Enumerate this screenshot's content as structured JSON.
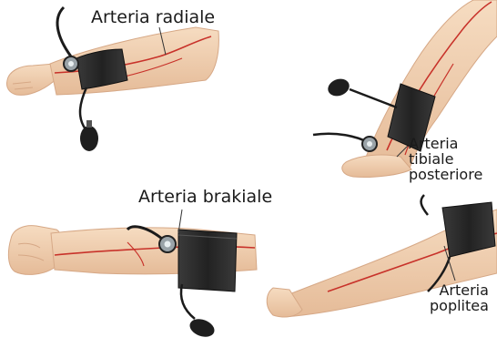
{
  "labels": {
    "radiale": "Arteria radiale",
    "brakiale": "Arteria brakiale",
    "tibiale": [
      "Arteria",
      "tibiale",
      "posteriore"
    ],
    "poplitea": [
      "Arteria",
      "poplitea"
    ]
  },
  "colors": {
    "skin": "#f3d2b3",
    "skin_shadow": "#e1b593",
    "cuff": "#2b2b2b",
    "cuff_edge": "#111111",
    "artery": "#c8322a",
    "tube": "#1b1b1b",
    "gauge": "#9aa3a8"
  }
}
